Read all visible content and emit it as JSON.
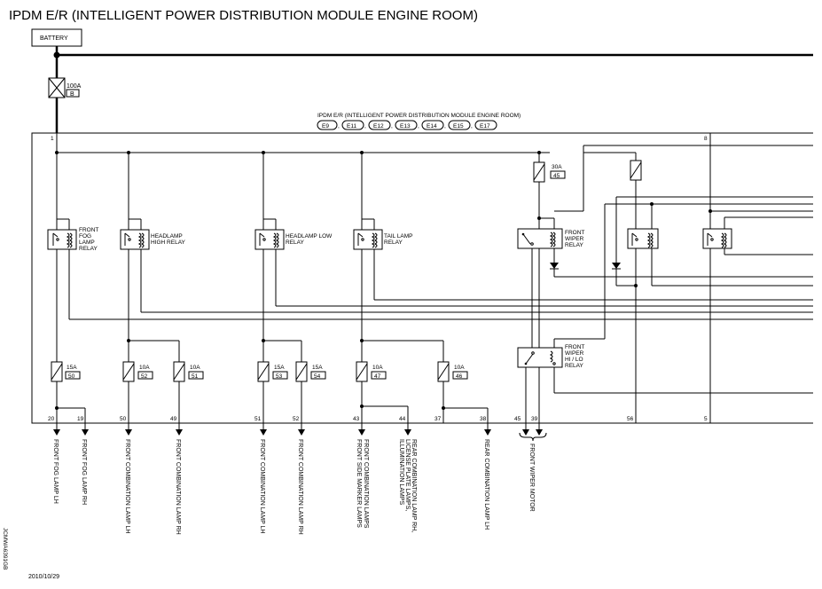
{
  "title": "IPDM E/R (INTELLIGENT POWER DISTRIBUTION MODULE ENGINE ROOM)",
  "battery_label": "BATTERY",
  "main_fuse": {
    "rating": "100A",
    "id": "B"
  },
  "module_label": "IPDM E/R (INTELLIGENT POWER DISTRIBUTION MODULE ENGINE ROOM)",
  "connectors": [
    "E9",
    "E11",
    "E12",
    "E13",
    "E14",
    "E15",
    "E17"
  ],
  "top_pins": {
    "left": "1",
    "right": "8"
  },
  "relays": {
    "fog": "FRONT FOG LAMP RELAY",
    "fog_lines": [
      "FRONT",
      "FOG",
      "LAMP",
      "RELAY"
    ],
    "high": [
      "HEADLAMP",
      "HIGH RELAY"
    ],
    "low": [
      "HEADLAMP LOW",
      "RELAY"
    ],
    "tail": [
      "TAIL LAMP",
      "RELAY"
    ],
    "wiper": [
      "FRONT",
      "WIPER",
      "RELAY"
    ],
    "wiper_hilo": [
      "FRONT",
      "WIPER",
      "HI / LO",
      "RELAY"
    ]
  },
  "fuses": [
    {
      "rating": "15A",
      "id": "50"
    },
    {
      "rating": "10A",
      "id": "52"
    },
    {
      "rating": "10A",
      "id": "51"
    },
    {
      "rating": "15A",
      "id": "53"
    },
    {
      "rating": "15A",
      "id": "54"
    },
    {
      "rating": "10A",
      "id": "47"
    },
    {
      "rating": "10A",
      "id": "46"
    },
    {
      "rating": "30A",
      "id": "45"
    }
  ],
  "bottom_pins": [
    "20",
    "19",
    "50",
    "49",
    "51",
    "52",
    "43",
    "44",
    "37",
    "38",
    "45",
    "39",
    "56",
    "5"
  ],
  "outputs": [
    "FRONT FOG LAMP LH",
    "FRONT FOG LAMP RH",
    "FRONT COMBINATION LAMP LH",
    "FRONT COMBINATION LAMP RH",
    "FRONT COMBINATION LAMP LH",
    "FRONT COMBINATION LAMP RH",
    [
      "FRONT COMBINATION LAMPS",
      "FRONT SIDE MARKER LAMPS"
    ],
    [
      "REAR COMBINATION LAMP RH,",
      "LICENSE PLATE LAMPS,",
      "ILLUMINATION LAMPS"
    ],
    "REAR COMBINATION LAMP LH",
    "FRONT WIPER MOTOR"
  ],
  "side_code": "JCMWA6391GB",
  "date": "2010/10/29"
}
